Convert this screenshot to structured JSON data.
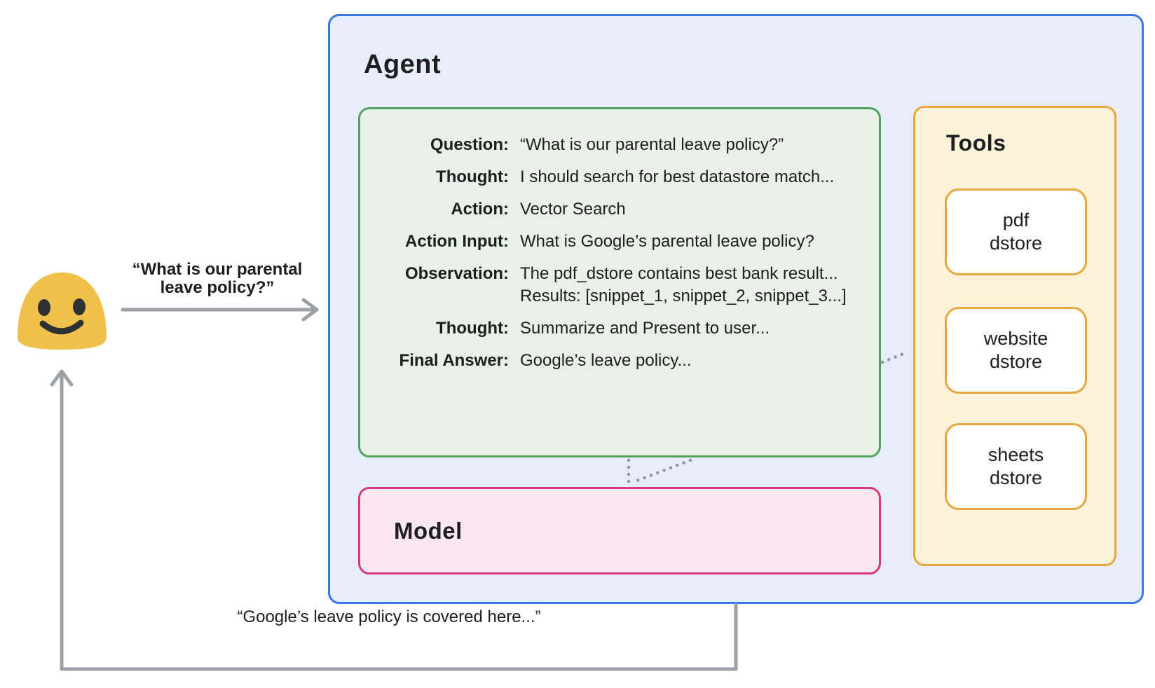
{
  "user": {
    "emoji": "blob-smiley",
    "request_line1": "“What is our parental",
    "request_line2": "leave policy?”",
    "response_label": "“Google’s leave policy is covered here...”"
  },
  "agent": {
    "title": "Agent",
    "trace": {
      "rows": [
        {
          "label": "Question:",
          "value": "“What is our parental leave policy?”"
        },
        {
          "label": "Thought:",
          "value": "I should search for best datastore match..."
        },
        {
          "label": "Action:",
          "value": "Vector Search"
        },
        {
          "label": "Action Input:",
          "value": "What is Google’s parental leave policy?"
        },
        {
          "label": "Observation:",
          "value": "The pdf_dstore contains best bank result...",
          "value2": "Results: [snippet_1, snippet_2, snippet_3...]"
        },
        {
          "label": "Thought:",
          "value": "Summarize and Present to user..."
        },
        {
          "label": "Final Answer:",
          "value": "Google’s leave policy..."
        }
      ]
    },
    "model": {
      "title": "Model"
    },
    "tools": {
      "title": "Tools",
      "items": [
        {
          "line1": "pdf",
          "line2": "dstore"
        },
        {
          "line1": "website",
          "line2": "dstore"
        },
        {
          "line1": "sheets",
          "line2": "dstore"
        }
      ]
    }
  },
  "colors": {
    "agent_bg": "#e8edfb",
    "agent_border": "#3a76e8",
    "trace_bg": "#e7f1e7",
    "trace_border": "#54a35c",
    "model_bg": "#f9e6ef",
    "model_border": "#d43a80",
    "tools_bg": "#fbf2d9",
    "tools_border": "#e9a63c",
    "store_bg": "#ffffff",
    "store_border": "#e9a63c",
    "arrow": "#9ba1a6",
    "dots": "#8f959b",
    "text": "#1d1e1f",
    "emoji_yellow": "#f0c04d",
    "emoji_dark": "#2e3134"
  }
}
